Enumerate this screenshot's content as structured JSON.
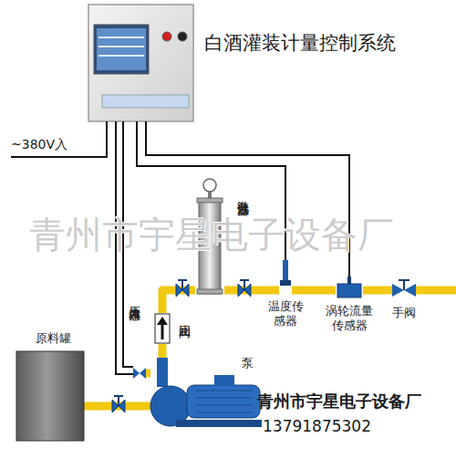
{
  "diagram": {
    "title": "白酒灌装计量控制系统",
    "nodes": [
      {
        "text": [
          "原料罐"
        ]
      },
      {
        "text": [
          "泵"
        ]
      },
      {
        "text": [
          "止回阀"
        ]
      },
      {
        "text": [
          "压力传感器"
        ]
      },
      {
        "text": [
          "微孔过滤器"
        ]
      },
      {
        "text": [
          "温度传感器"
        ]
      },
      {
        "text": [
          "涡轮流量传感器"
        ]
      },
      {
        "text": [
          "手阀"
        ]
      }
    ],
    "edges": [
      {
        "from": 0,
        "to": 1,
        "arrow": "none"
      },
      {
        "from": 1,
        "to": 2,
        "arrow": "none"
      },
      {
        "from": 3,
        "to": 1,
        "arrow": "none"
      },
      {
        "from": 2,
        "to": 4,
        "arrow": "none"
      },
      {
        "from": 4,
        "to": 5,
        "arrow": "none"
      },
      {
        "from": 5,
        "to": 6,
        "arrow": "none"
      },
      {
        "from": 6,
        "to": 7,
        "arrow": "none"
      }
    ],
    "labels": [
      "~380V入",
      "青州市宇星电子设备厂",
      "青州市宇星电子设备厂",
      "13791875302"
    ]
  }
}
